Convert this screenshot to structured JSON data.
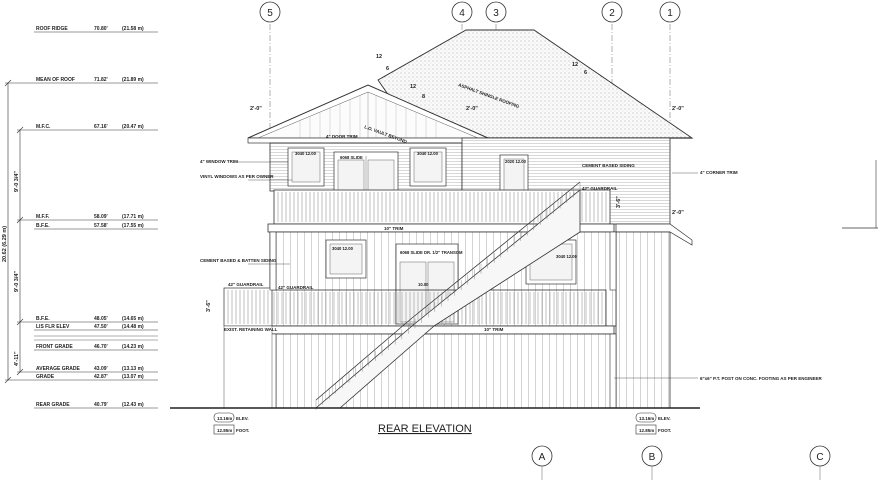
{
  "drawing": {
    "title": "REAR ELEVATION",
    "grid_top": [
      "5",
      "4",
      "3",
      "2",
      "1"
    ],
    "grid_bottom": [
      "A",
      "B",
      "C"
    ]
  },
  "levels": [
    {
      "name": "ROOF RIDGE",
      "value": "70.80'",
      "metric": "(21.58 m)"
    },
    {
      "name": "MEAN OF ROOF",
      "value": "71.82'",
      "metric": "(21.89 m)"
    },
    {
      "name": "M.F.C.",
      "value": "67.16'",
      "metric": "(20.47 m)"
    },
    {
      "name": "M.F.F.",
      "value": "58.09'",
      "metric": "(17.71 m)"
    },
    {
      "name": "B.F.E.",
      "value": "57.58'",
      "metric": "(17.55 m)"
    },
    {
      "name": "B.F.E.",
      "value": "48.05'",
      "metric": "(14.65 m)"
    },
    {
      "name": "LIS FLR ELEV",
      "value": "47.50'",
      "metric": "(14.48 m)"
    },
    {
      "name": "FRONT GRADE",
      "value": "46.70'",
      "metric": "(14.23 m)"
    },
    {
      "name": "AVERAGE GRADE",
      "value": "43.09'",
      "metric": "(13.13 m)"
    },
    {
      "name": "GRADE",
      "value": "42.87'",
      "metric": "(13.07 m)"
    },
    {
      "name": "REAR GRADE",
      "value": "40.79'",
      "metric": "(12.43 m)"
    }
  ],
  "dims": {
    "overall": "20.62 (6.29 m)",
    "upper": "9'-0 3/4\"",
    "middle": "9'-0 3/4\"",
    "lower": "4'-11\"",
    "rail_height": "3'-6\"",
    "left_rail": "3'-6\""
  },
  "notes": {
    "asphalt": "ASPHALT SHINGLE ROOFING",
    "vault": "L.O. VAULT BEYOND",
    "door_trim": "4\" DOOR TRIM",
    "window_trim": "4\" WINDOW TRIM",
    "vinyl": "VINYL WINDOWS AS PER OWNER",
    "cement_siding": "CEMENT BASED SIDING",
    "corner_trim": "4\" CORNER TRIM",
    "guardrail_top": "42\" GUARDRAIL",
    "trim_top": "10\" TRIM",
    "board_batten": "CEMENT BASED & BATTEN SIDING",
    "guardrail_left": "42\" GUARDRAIL",
    "guardrail_mid": "42\" GUARDRAIL",
    "trim_mid": "10\" TRIM",
    "retaining_wall": "EXIST. RETAINING WALL",
    "post_note": "6\"x6\" P.T. POST ON CONC. FOOTING AS PER ENGINEER",
    "overhang_1": "2'-0\"",
    "overhang_2": "2'-0\"",
    "overhang_3": "2'-0\"",
    "overhang_4": "2'-0\"",
    "slope_1": "12",
    "slope_2": "12",
    "slope_3": "12",
    "slope_4": "6",
    "slope_5": "6",
    "slope_6": "8"
  },
  "windows": {
    "w_upper_left": "3040 12.00",
    "door_upper": "6068 SLIDE",
    "w_upper_right": "3040 12.00",
    "w_side": "2020 12.00",
    "w_lower_left": "3040 12.00",
    "door_lower": "6068 SLIDE DR. 1/2\" TRANSOM",
    "door_lower_sub": "10.00",
    "w_lower_right": "3040 12.00"
  },
  "footings": {
    "left_elev": "13.16m",
    "left_elev_label": "ELEV.",
    "left_ftg": "12.85m",
    "left_ftg_label": "FOOT.",
    "right_elev": "13.16m",
    "right_elev_label": "ELEV.",
    "right_ftg": "12.85m",
    "right_ftg_label": "FOOT."
  }
}
